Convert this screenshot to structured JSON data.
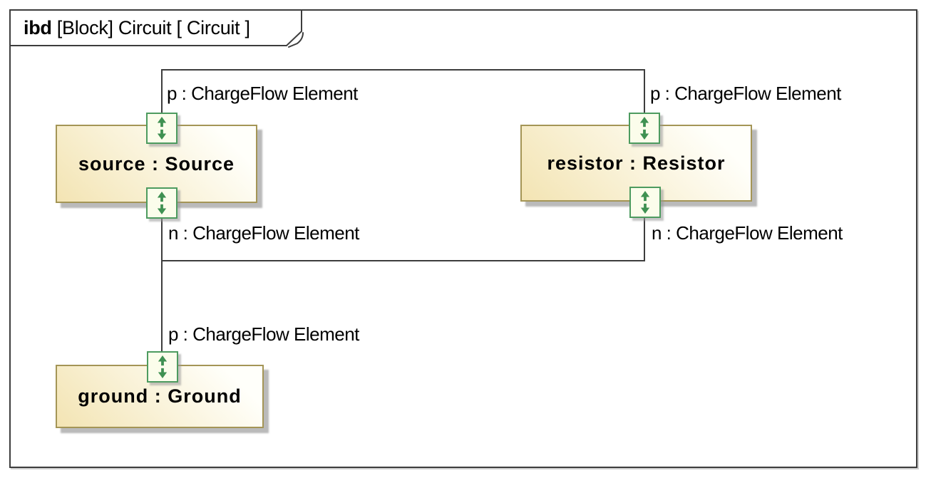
{
  "frame": {
    "keyword": "ibd",
    "title_rest": " [Block] Circuit [ Circuit ]"
  },
  "blocks": {
    "source": {
      "label": "source : Source",
      "ports": {
        "p": "p : ChargeFlow Element",
        "n": "n : ChargeFlow Element"
      }
    },
    "resistor": {
      "label": "resistor : Resistor",
      "ports": {
        "p": "p : ChargeFlow Element",
        "n": "n : ChargeFlow Element"
      }
    },
    "ground": {
      "label": "ground : Ground",
      "ports": {
        "p": "p : ChargeFlow Element"
      }
    }
  },
  "connectors": [
    {
      "from": "source.p",
      "to": "resistor.p"
    },
    {
      "from": "source.n",
      "to": "resistor.n"
    },
    {
      "from": "source.n",
      "to": "ground.p"
    }
  ],
  "colors": {
    "frame_border": "#3d3d3d",
    "block_border": "#a49556",
    "block_fill_left": "#f3e4b3",
    "block_fill_right": "#fffffa",
    "port_border": "#4d9b5f",
    "port_fill": "#fbfdeb",
    "arrow_green": "#3f9152",
    "connector": "#3d3d3d",
    "shadow": "#a9a9a9"
  }
}
